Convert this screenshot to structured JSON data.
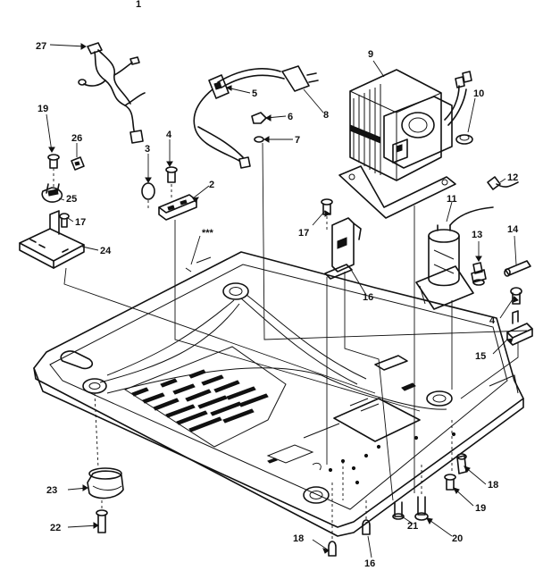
{
  "callouts": {
    "c1": "1",
    "c2": "2",
    "c3": "3",
    "c4a": "4",
    "c4b": "4",
    "c5": "5",
    "c6": "6",
    "c7": "7",
    "c8": "8",
    "c9": "9",
    "c10": "10",
    "c11": "11",
    "c12": "12",
    "c13": "13",
    "c14": "14",
    "c15": "15",
    "c16a": "16",
    "c16b": "16",
    "c17a": "17",
    "c17b": "17",
    "c18a": "18",
    "c18b": "18",
    "c19a": "19",
    "c19b": "19",
    "c20": "20",
    "c21": "21",
    "c22": "22",
    "c23": "23",
    "c24": "24",
    "c25": "25",
    "c26": "26",
    "c27": "27",
    "stars": "***"
  }
}
